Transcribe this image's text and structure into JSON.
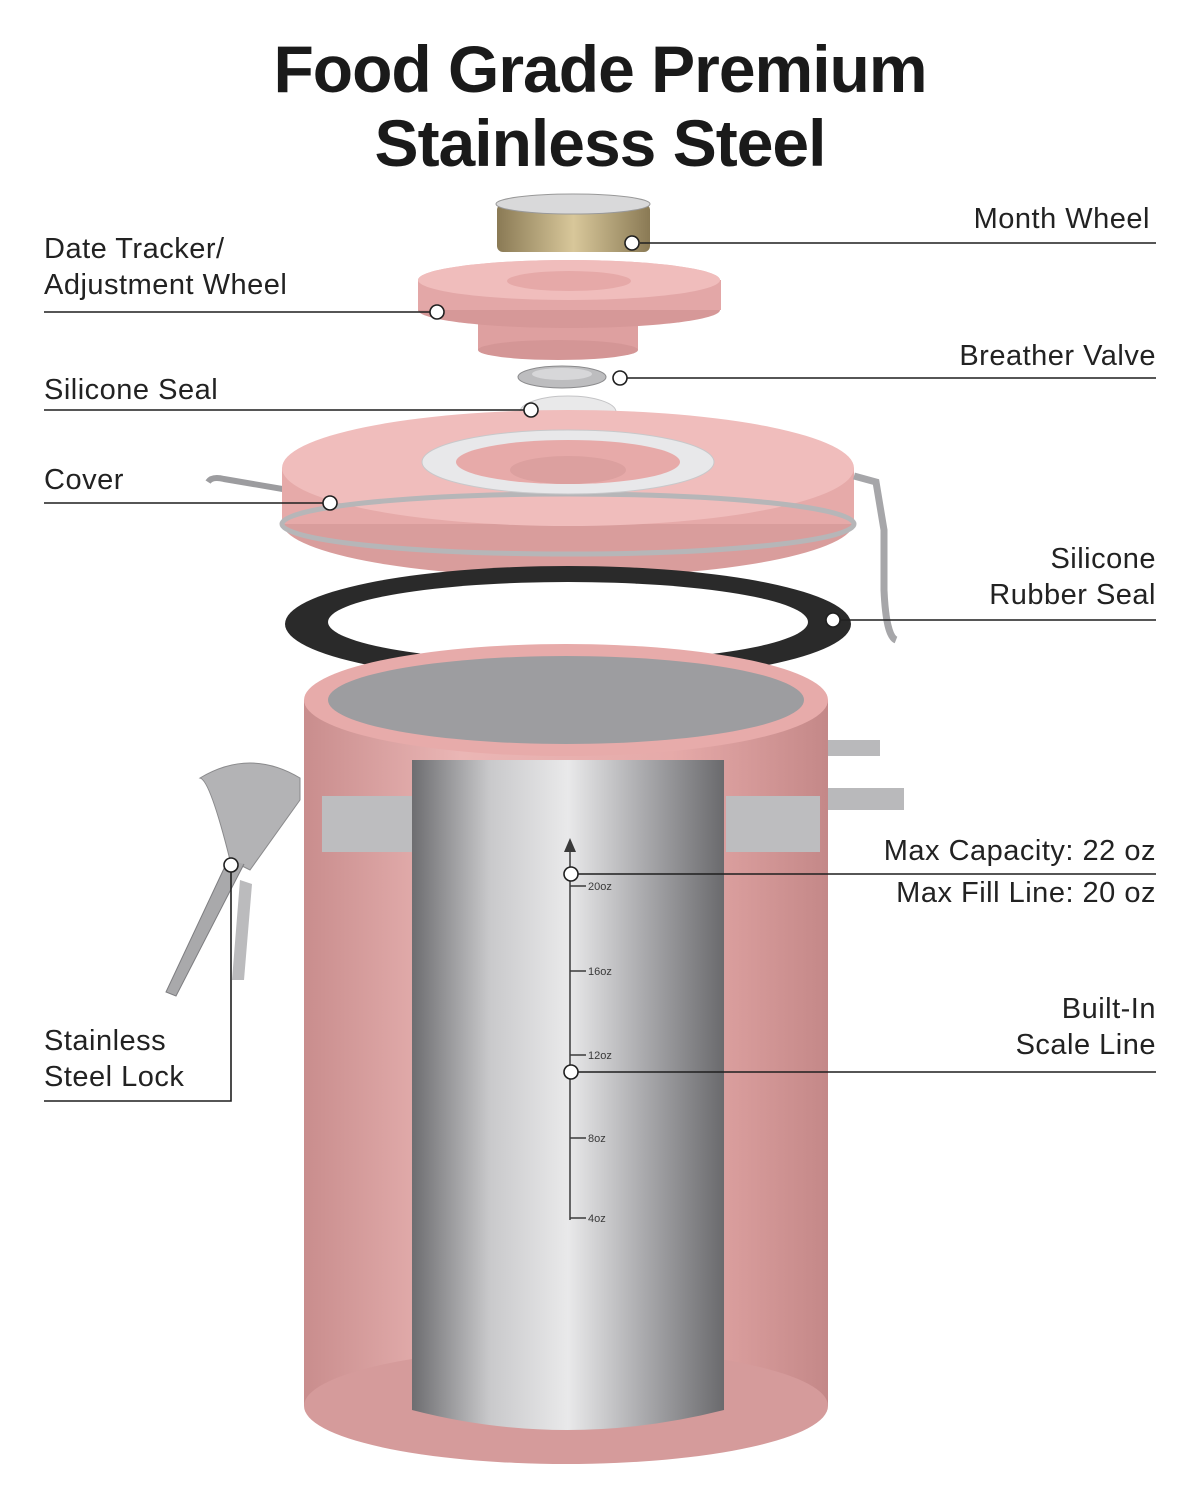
{
  "title": {
    "line1": "Food Grade Premium",
    "line2": "Stainless Steel"
  },
  "labels": {
    "month_wheel": "Month Wheel",
    "date_tracker": {
      "line1": "Date Tracker/",
      "line2": "Adjustment Wheel"
    },
    "breather_valve": "Breather Valve",
    "silicone_seal": "Silicone Seal",
    "cover": "Cover",
    "rubber_seal": {
      "line1": "Silicone",
      "line2": "Rubber Seal"
    },
    "max_capacity": "Max Capacity: 22 oz",
    "max_fill": "Max Fill Line: 20 oz",
    "scale_line": {
      "line1": "Built-In",
      "line2": "Scale Line"
    },
    "lock": {
      "line1": "Stainless",
      "line2": "Steel Lock"
    }
  },
  "scale_marks": [
    "20oz",
    "16oz",
    "12oz",
    "8oz",
    "4oz"
  ],
  "colors": {
    "pink": "#e6a8a8",
    "steel": "#b9b9bb",
    "seal": "#2a2a2a",
    "text": "#1f1f1f"
  }
}
